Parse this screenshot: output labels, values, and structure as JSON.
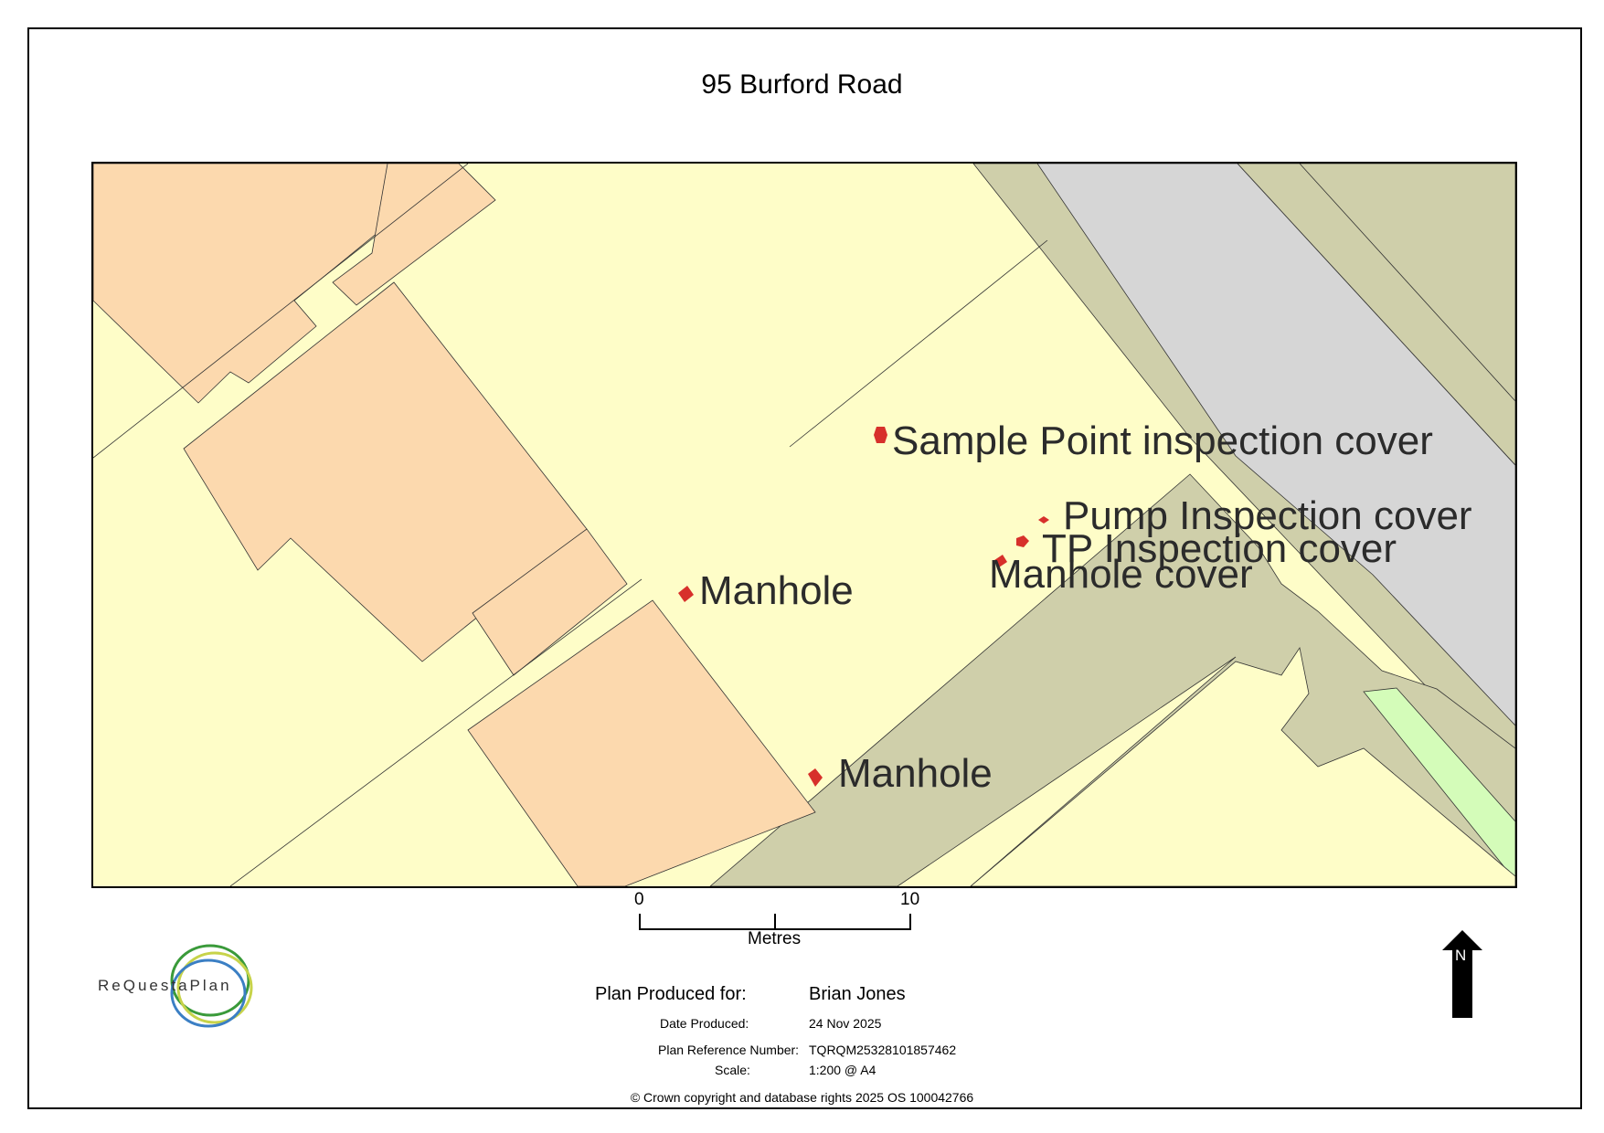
{
  "title": "95 Burford Road",
  "map": {
    "labels": {
      "sample_point": "Sample Point inspection cover",
      "pump": "Pump Inspection cover",
      "tp": "TP Inspection cover",
      "manhole_cover": "Manhole cover",
      "manhole_1": "Manhole",
      "manhole_2": "Manhole"
    },
    "colors": {
      "land": "#fefdc8",
      "building": "#fcd9ae",
      "road_edge": "#cfcfaa",
      "road": "#d6d6d6",
      "grass": "#d4fcb9",
      "marker": "#d7302b"
    }
  },
  "scalebar": {
    "start_label": "0",
    "end_label": "10",
    "units": "Metres"
  },
  "logo": {
    "text": "ReQuestaPlan",
    "icon": "rings-logo-icon"
  },
  "info": {
    "produced_for_label": "Plan Produced for:",
    "produced_for_value": "Brian Jones",
    "date_label": "Date Produced:",
    "date_value": "24 Nov 2025",
    "reference_label": "Plan Reference Number:",
    "reference_value": "TQRQM25328101857462",
    "scale_label": "Scale:",
    "scale_value": "1:200 @ A4"
  },
  "copyright": "© Crown copyright and database rights 2025 OS 100042766",
  "north_arrow": {
    "letter": "N",
    "icon": "north-arrow-icon"
  }
}
